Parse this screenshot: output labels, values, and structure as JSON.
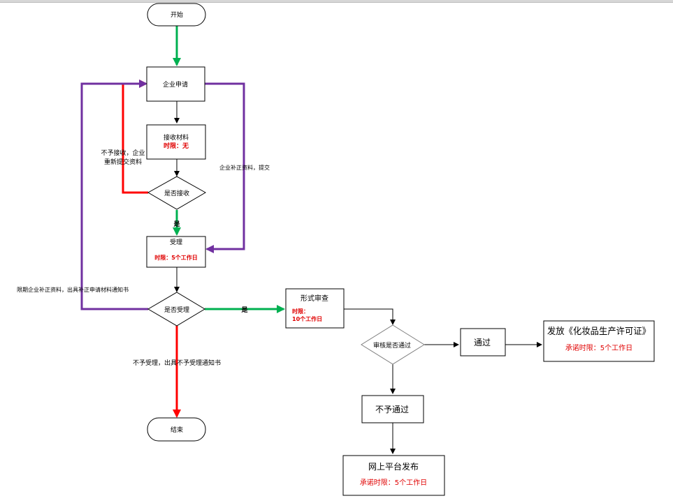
{
  "nodes": {
    "start": "开始",
    "apply": "企业申请",
    "receive": {
      "title": "接收材料",
      "limit": "时限：无"
    },
    "is_receive": "是否接收",
    "accept": {
      "title": "受理",
      "limit": "时限：5个工作日"
    },
    "is_accept": "是否受理",
    "end": "结束",
    "formal_review": {
      "title": "形式审查",
      "limit_line1": "时限：",
      "limit_line2": "10个工作日"
    },
    "review_pass": "审核是否通过",
    "pass": "通过",
    "issue": {
      "title": "发放《化妆品生产许可证》",
      "limit": "承诺时限：5个工作日"
    },
    "fail": "不予通过",
    "publish": {
      "title": "网上平台发布",
      "limit": "承诺时限：5个工作日"
    }
  },
  "edge_labels": {
    "reject_receive_line1": "不予接收，企业",
    "reject_receive_line2": "重新提交资料",
    "supplement_submit": "企业补正资料，提交",
    "yes_receive": "是",
    "limit_supplement": "限期企业补正资料，出具补正申请材料通知书",
    "yes_accept": "是",
    "reject_accept": "不予受理，出具不予受理通知书"
  },
  "colors": {
    "green": "#00b050",
    "red": "#ff0000",
    "purple": "#7030a0",
    "deadline_red": "#e00000"
  }
}
